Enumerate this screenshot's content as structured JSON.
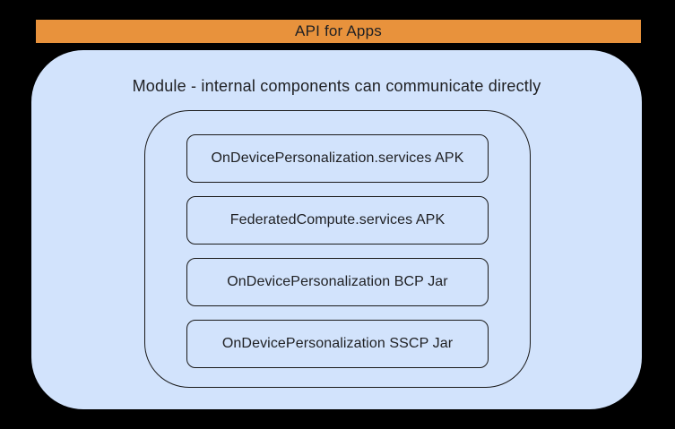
{
  "colors": {
    "background": "#000000",
    "banner_fill": "#E8923C",
    "module_fill": "#D2E3FC",
    "outline": "#1A1A1A",
    "text": "#202124"
  },
  "banner": {
    "label": "API for Apps"
  },
  "module": {
    "title": "Module - internal components can communicate directly",
    "components": [
      {
        "label": "OnDevicePersonalization.services APK"
      },
      {
        "label": "FederatedCompute.services APK"
      },
      {
        "label": "OnDevicePersonalization BCP Jar"
      },
      {
        "label": "OnDevicePersonalization SSCP Jar"
      }
    ]
  }
}
